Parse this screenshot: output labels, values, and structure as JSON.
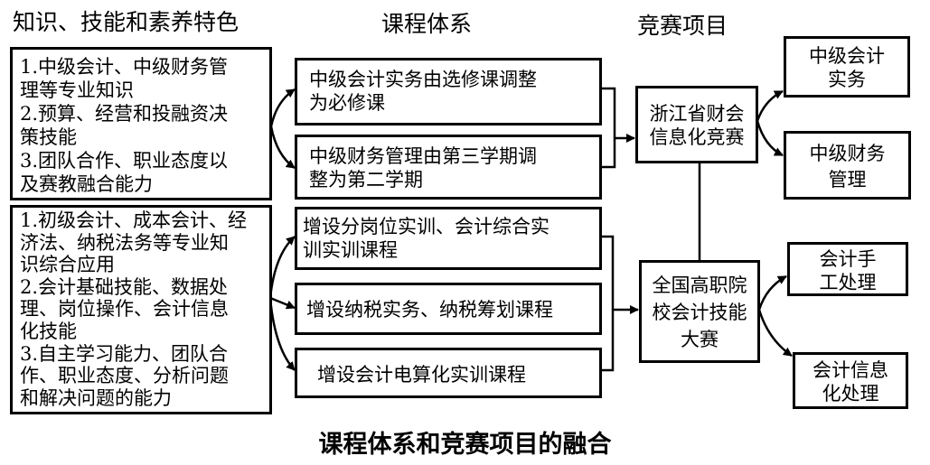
{
  "headers": {
    "skills": "知识、技能和素养特色",
    "courses": "课程体系",
    "competitions": "竞赛项目"
  },
  "skills_boxes": [
    {
      "text": "1.中级会计、中级财务管\n理等专业知识\n2.预算、经营和投融资决\n策技能\n3.团队合作、职业态度以\n及赛教融合能力"
    },
    {
      "text": "1.初级会计、成本会计、经\n济法、纳税法务等专业知\n识综合应用\n2.会计基础技能、数据处\n理、岗位操作、会计信息\n化技能\n3.自主学习能力、团队合\n作、职业态度、分析问题\n和解决问题的能力"
    }
  ],
  "course_boxes": [
    {
      "text": "中级会计实务由选修课调整\n为必修课"
    },
    {
      "text": "中级财务管理由第三学期调\n整为第二学期"
    },
    {
      "text": "增设分岗位实训、会计综合实\n训实训课程"
    },
    {
      "text": "增设纳税实务、纳税筹划课程"
    },
    {
      "text": "增设会计电算化实训课程"
    }
  ],
  "competition_boxes": [
    {
      "text": "浙江省财会\n信息化竞赛"
    },
    {
      "text": "全国高职院\n校会计技能\n大赛"
    }
  ],
  "project_boxes": [
    {
      "text": "中级会计\n实务"
    },
    {
      "text": "中级财务\n管理"
    },
    {
      "text": "会计手\n工处理"
    },
    {
      "text": "会计信息\n化处理"
    }
  ],
  "caption": "课程体系和竞赛项目的融合"
}
